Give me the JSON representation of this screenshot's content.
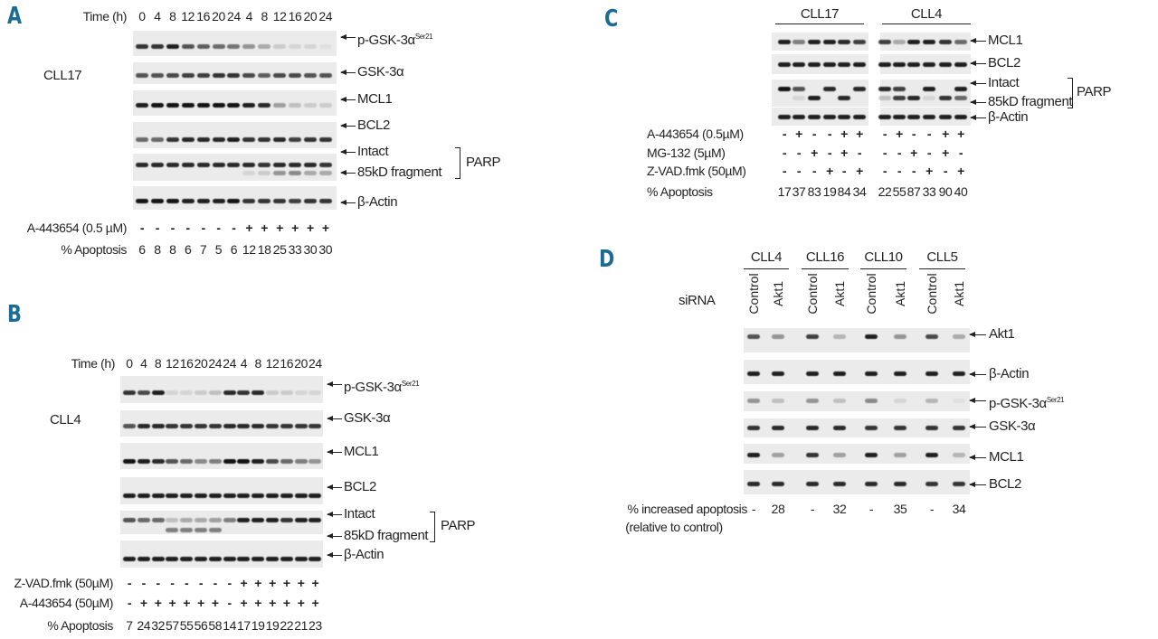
{
  "panels": {
    "A": {
      "letter": "A",
      "cell_line": "CLL17",
      "time_label": "Time (h)",
      "times": [
        "0",
        "4",
        "8",
        "12",
        "16",
        "20",
        "24",
        "4",
        "8",
        "12",
        "16",
        "20",
        "24"
      ],
      "blots": [
        {
          "label": "p-GSK-3α",
          "sup": "Ser21",
          "bands": [
            0.85,
            0.85,
            0.95,
            0.7,
            0.65,
            0.6,
            0.55,
            0.4,
            0.3,
            0.15,
            0.1,
            0.1,
            0.05
          ]
        },
        {
          "label": "GSK-3α",
          "bands": [
            0.7,
            0.7,
            0.75,
            0.8,
            0.8,
            0.85,
            0.85,
            0.75,
            0.65,
            0.75,
            0.75,
            0.7,
            0.7
          ]
        },
        {
          "label": "MCL1",
          "bands": [
            0.95,
            1,
            1,
            1,
            1,
            1,
            1,
            0.95,
            0.9,
            0.35,
            0.2,
            0.15,
            0.15
          ]
        },
        {
          "label": "BCL2",
          "bands": [
            0.6,
            0.6,
            0.85,
            0.9,
            0.9,
            0.9,
            0.95,
            0.85,
            0.85,
            0.9,
            0.8,
            0.85,
            0.85
          ]
        },
        {
          "label": "Intact",
          "label2": "85kD fragment",
          "bands": [
            0.9,
            0.9,
            0.9,
            0.9,
            0.9,
            0.9,
            0.9,
            0.9,
            0.85,
            0.9,
            0.9,
            0.9,
            0.85
          ],
          "bands2": [
            0,
            0,
            0,
            0,
            0,
            0,
            0,
            0.1,
            0.15,
            0.4,
            0.45,
            0.3,
            0.3
          ]
        },
        {
          "label": "β-Actin",
          "bands": [
            1,
            1,
            1,
            0.95,
            0.95,
            0.95,
            1,
            0.85,
            0.85,
            0.85,
            0.8,
            0.85,
            0.85
          ]
        }
      ],
      "parp_label": "PARP",
      "treatments": [
        {
          "label": "A-443654 (0.5 µM)",
          "values": [
            "-",
            "-",
            "-",
            "-",
            "-",
            "-",
            "-",
            "+",
            "+",
            "+",
            "+",
            "+",
            "+"
          ]
        }
      ],
      "apoptosis": {
        "label": "% Apoptosis",
        "values": [
          "6",
          "8",
          "8",
          "6",
          "7",
          "5",
          "6",
          "12",
          "18",
          "25",
          "33",
          "30",
          "30"
        ]
      }
    },
    "B": {
      "letter": "B",
      "cell_line": "CLL4",
      "time_label": "Time (h)",
      "times": [
        "0",
        "4",
        "8",
        "12",
        "16",
        "20",
        "24",
        "24",
        "4",
        "8",
        "12",
        "16",
        "20",
        "24"
      ],
      "blots": [
        {
          "label": "p-GSK-3α",
          "sup": "Ser21",
          "bands": [
            0.85,
            0.75,
            0.95,
            0.1,
            0.1,
            0.15,
            0.2,
            0.9,
            0.85,
            0.9,
            0.15,
            0.15,
            0.1,
            0.1
          ]
        },
        {
          "label": "GSK-3α",
          "bands": [
            0.7,
            0.9,
            0.9,
            0.85,
            0.85,
            0.85,
            0.85,
            0.9,
            0.9,
            0.9,
            0.85,
            0.85,
            0.85,
            0.85
          ]
        },
        {
          "label": "MCL1",
          "bands": [
            1,
            0.95,
            0.9,
            0.7,
            0.6,
            0.45,
            0.5,
            1,
            1,
            0.95,
            0.75,
            0.6,
            0.5,
            0.4
          ]
        },
        {
          "label": "BCL2",
          "bands": [
            0.95,
            0.95,
            0.95,
            0.95,
            0.95,
            0.95,
            0.95,
            0.95,
            0.95,
            0.95,
            0.95,
            0.95,
            0.95,
            0.95
          ]
        },
        {
          "label": "Intact",
          "label2": "85kD fragment",
          "bands": [
            0.7,
            0.6,
            0.6,
            0.2,
            0.3,
            0.3,
            0.35,
            0.5,
            0.95,
            0.95,
            0.95,
            0.85,
            0.95,
            0.95
          ],
          "bands2": [
            0,
            0,
            0,
            0.5,
            0.5,
            0.5,
            0.5,
            0,
            0,
            0,
            0,
            0,
            0,
            0
          ]
        },
        {
          "label": "β-Actin",
          "bands": [
            0.95,
            0.95,
            0.95,
            0.95,
            0.95,
            0.95,
            0.95,
            0.95,
            0.95,
            0.95,
            0.95,
            0.95,
            0.95,
            0.95
          ]
        }
      ],
      "parp_label": "PARP",
      "treatments": [
        {
          "label": "Z-VAD.fmk (50µM)",
          "values": [
            "-",
            "-",
            "-",
            "-",
            "-",
            "-",
            "-",
            "-",
            "+",
            "+",
            "+",
            "+",
            "+",
            "+"
          ]
        },
        {
          "label": "A-443654 (50µM)",
          "values": [
            "-",
            "+",
            "+",
            "+",
            "+",
            "+",
            "+",
            "-",
            "+",
            "+",
            "+",
            "+",
            "+",
            "+"
          ]
        }
      ],
      "apoptosis": {
        "label": "% Apoptosis",
        "values": [
          "7",
          "24",
          "32",
          "57",
          "55",
          "56",
          "58",
          "14",
          "17",
          "19",
          "19",
          "22",
          "21",
          "23"
        ]
      }
    },
    "C": {
      "letter": "C",
      "groups": [
        "CLL17",
        "CLL4"
      ],
      "blots": [
        {
          "label": "MCL1",
          "bands": [
            0.95,
            0.5,
            0.95,
            0.95,
            0.9,
            0.8,
            0.8,
            0.3,
            0.95,
            0.95,
            0.85,
            0.6
          ]
        },
        {
          "label": "BCL2",
          "bands": [
            0.95,
            0.95,
            0.95,
            0.95,
            0.95,
            0.95,
            0.95,
            0.95,
            0.95,
            0.95,
            0.95,
            0.95
          ]
        },
        {
          "label": "Intact",
          "label2": "85kD fragment",
          "bands": [
            1,
            0.7,
            0,
            0.9,
            0,
            0.9,
            0.9,
            0.8,
            0,
            0.95,
            0,
            0.95
          ],
          "bands2": [
            0,
            0.1,
            0.95,
            0,
            0.9,
            0,
            0.2,
            0.8,
            0.9,
            0.1,
            0.85,
            0.6
          ]
        },
        {
          "label": "β-Actin",
          "bands": [
            0.95,
            0.95,
            0.95,
            0.95,
            0.95,
            0.95,
            0.95,
            0.95,
            0.95,
            0.95,
            0.95,
            0.95
          ]
        }
      ],
      "parp_label": "PARP",
      "treatments": [
        {
          "label": "A-443654 (0.5µM)",
          "values": [
            "-",
            "+",
            "-",
            "-",
            "+",
            "+",
            "-",
            "+",
            "-",
            "-",
            "+",
            "+"
          ]
        },
        {
          "label": "MG-132 (5µM)",
          "values": [
            "-",
            "-",
            "+",
            "-",
            "+",
            "-",
            "-",
            "-",
            "+",
            "-",
            "+",
            "-"
          ]
        },
        {
          "label": "Z-VAD.fmk (50µM)",
          "values": [
            "-",
            "-",
            "-",
            "+",
            "-",
            "+",
            "-",
            "-",
            "-",
            "+",
            "-",
            "+"
          ]
        }
      ],
      "apoptosis": {
        "label": "% Apoptosis",
        "values": [
          "17",
          "37",
          "83",
          "19",
          "84",
          "34",
          "22",
          "55",
          "87",
          "33",
          "90",
          "40"
        ]
      }
    },
    "D": {
      "letter": "D",
      "groups": [
        "CLL4",
        "CLL16",
        "CLL10",
        "CLL5"
      ],
      "sirna_label": "siRNA",
      "lanes": [
        "Control",
        "Akt1",
        "Control",
        "Akt1",
        "Control",
        "Akt1",
        "Control",
        "Akt1"
      ],
      "blots": [
        {
          "label": "Akt1",
          "bands": [
            0.7,
            0.4,
            0.8,
            0.25,
            0.95,
            0.4,
            0.75,
            0.3
          ]
        },
        {
          "label": "β-Actin",
          "bands": [
            0.95,
            0.95,
            0.95,
            0.95,
            0.95,
            0.95,
            0.95,
            0.95
          ]
        },
        {
          "label": "p-GSK-3α",
          "sup": "Ser21",
          "bands": [
            0.4,
            0.2,
            0.4,
            0.2,
            0.45,
            0.1,
            0.25,
            0.05
          ]
        },
        {
          "label": "GSK-3α",
          "bands": [
            0.85,
            0.9,
            0.9,
            0.9,
            0.85,
            0.85,
            0.85,
            0.85
          ]
        },
        {
          "label": "MCL1",
          "bands": [
            0.95,
            0.35,
            0.85,
            0.35,
            0.95,
            0.35,
            0.95,
            0.25
          ]
        },
        {
          "label": "BCL2",
          "bands": [
            0.9,
            0.9,
            0.9,
            0.9,
            0.9,
            0.9,
            0.85,
            0.85
          ]
        }
      ],
      "apoptosis": {
        "label": "% increased apoptosis",
        "label2": "(relative to control)",
        "values": [
          "-",
          "28",
          "-",
          "32",
          "-",
          "35",
          "-",
          "34"
        ]
      }
    }
  }
}
